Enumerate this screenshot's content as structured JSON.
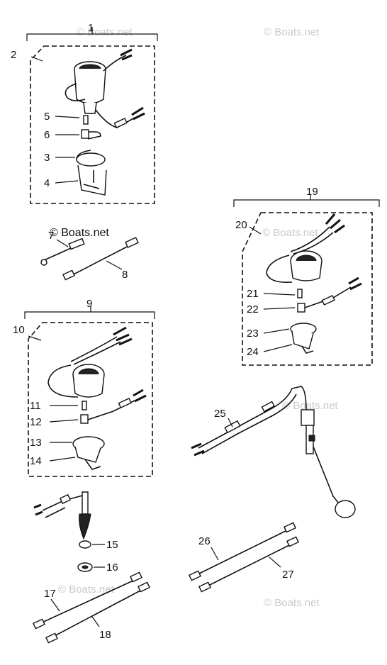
{
  "watermark": "© Boats.net",
  "callouts": {
    "c1": "1",
    "c2": "2",
    "c3": "3",
    "c4": "4",
    "c5": "5",
    "c6": "6",
    "c7": "7",
    "c8": "8",
    "c9": "9",
    "c10": "10",
    "c11": "11",
    "c12": "12",
    "c13": "13",
    "c14": "14",
    "c15": "15",
    "c16": "16",
    "c17": "17",
    "c18": "18",
    "c19": "19",
    "c20": "20",
    "c21": "21",
    "c22": "22",
    "c23": "23",
    "c24": "24",
    "c25": "25",
    "c26": "26",
    "c27": "27"
  }
}
